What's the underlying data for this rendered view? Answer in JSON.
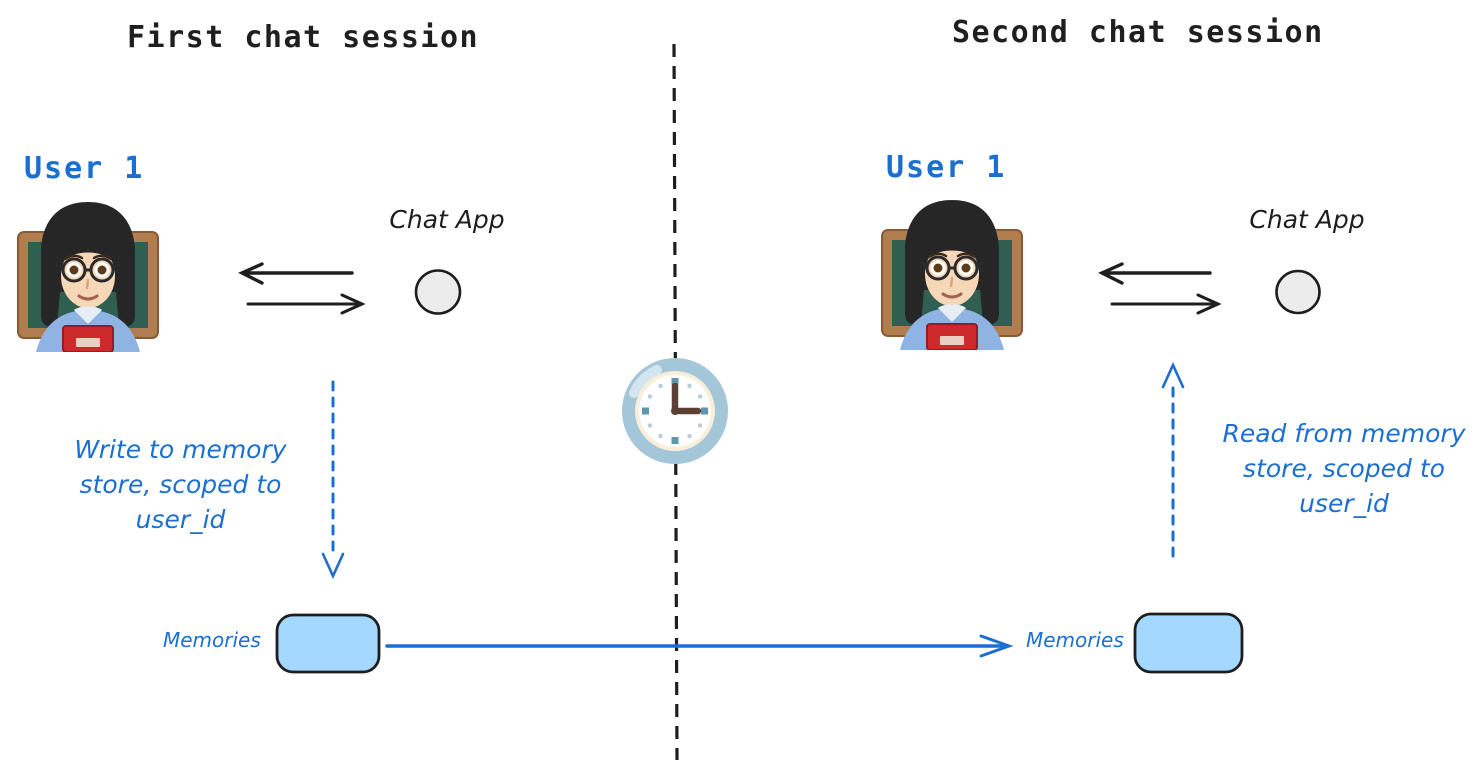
{
  "diagram": {
    "left": {
      "title": "First chat session",
      "user_label": "User 1",
      "chat_app_label": "Chat App",
      "memory_note": "Write to memory\nstore, scoped to\nuser_id",
      "memories_label": "Memories"
    },
    "right": {
      "title": "Second chat session",
      "user_label": "User 1",
      "chat_app_label": "Chat App",
      "memory_note": "Read from memory\nstore, scoped to\nuser_id",
      "memories_label": "Memories"
    },
    "icons": {
      "user": "woman-teacher-emoji",
      "chat_app": "gray-circle-node",
      "session_divider": "vertical-dashed-line",
      "divider_badge": "clock-three-oclock-icon"
    },
    "colors": {
      "accent_blue": "#1b6fd1",
      "memory_box_fill": "#a5d8ff",
      "ink": "#1e1e1e",
      "user_label_blue": "#1a6fd1"
    }
  }
}
